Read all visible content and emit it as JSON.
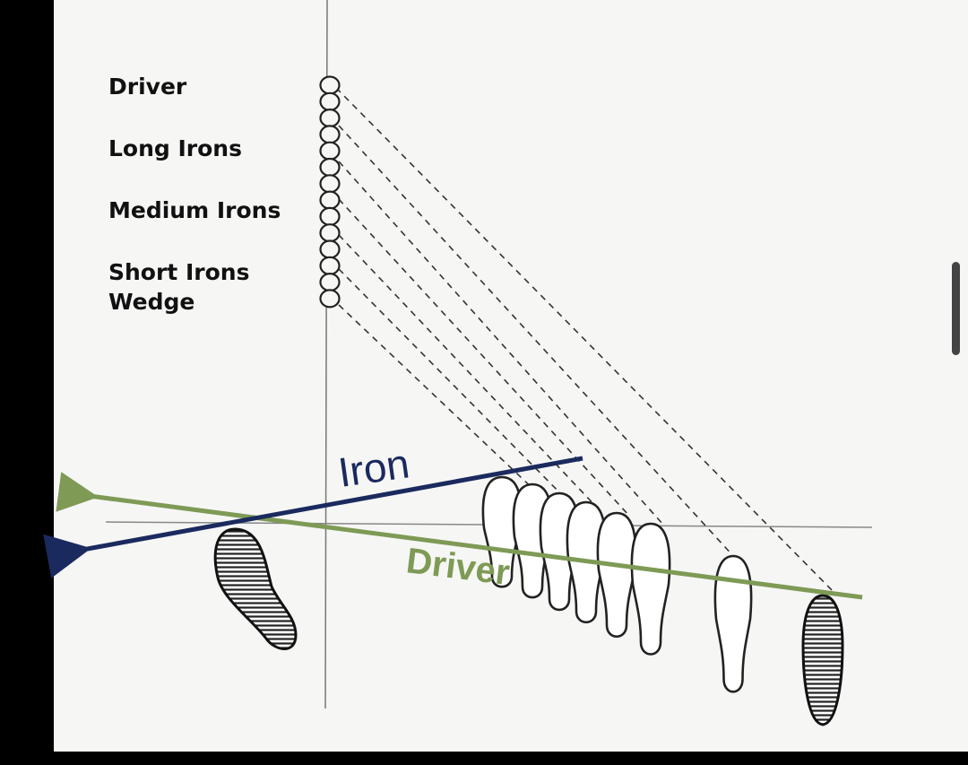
{
  "clubs": {
    "driver": "Driver",
    "long_irons": "Long Irons",
    "medium_irons": "Medium Irons",
    "short_irons": "Short Irons",
    "wedge": "Wedge"
  },
  "swing_paths": {
    "iron": "Iron",
    "driver": "Driver"
  },
  "colors": {
    "iron_path": "#1b2a5e",
    "driver_path": "#7e9a55",
    "ink": "#222222",
    "paper": "#f6f6f5"
  }
}
